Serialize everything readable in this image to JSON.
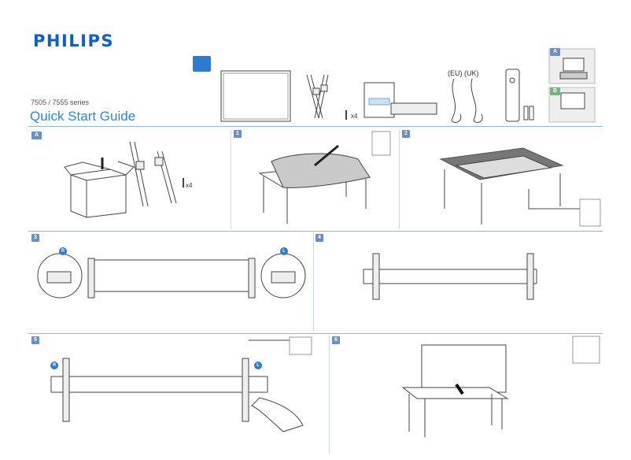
{
  "header": {
    "brand": "PHILIPS",
    "series": "7505 / 7555 series",
    "title": "Quick Start Guide"
  },
  "box_contents": {
    "screws_count": "x4",
    "power_regions": "(EU) (UK)"
  },
  "placement_options": [
    "A",
    "B"
  ],
  "steps": {
    "step_a": "A",
    "step_1": "1",
    "step_2": "2",
    "step_3": "3",
    "step_4": "4",
    "step_5": "5",
    "step_6": "6"
  },
  "stand_screws": "x4",
  "side_labels": {
    "right": "R",
    "left": "L"
  },
  "colors": {
    "brand_blue": "#0b5ed7",
    "accent_blue": "#2b86d6",
    "rule": "#8fb8e0"
  }
}
